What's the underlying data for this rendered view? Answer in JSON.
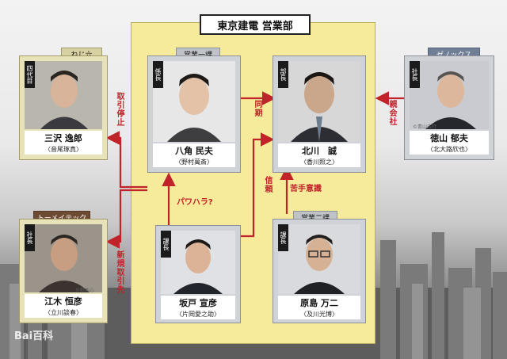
{
  "department": {
    "title": "東京建電 営業部"
  },
  "sections": {
    "sales1": "営業一課",
    "sales2": "営業二課"
  },
  "companies": {
    "nejiroku": "ねじ六",
    "xenox": "ゼノックス",
    "tomeitech": "トーメイテック"
  },
  "people": [
    {
      "id": "sawa",
      "role": "四代目",
      "name": "三沢 逸郎",
      "actor": "〈音尾琢真〉"
    },
    {
      "id": "yasumi",
      "role": "係長",
      "name": "八角 民夫",
      "actor": "〈野村萬斎〉"
    },
    {
      "id": "kitagawa",
      "role": "部長",
      "name": "北川　誠",
      "actor": "〈香川照之〉"
    },
    {
      "id": "tokuyama",
      "role": "社長",
      "name": "徳山 郁夫",
      "actor": "〈北大路欣也〉"
    },
    {
      "id": "egi",
      "role": "社長",
      "name": "江木 恒彦",
      "actor": "〈立川談春〉"
    },
    {
      "id": "sakado",
      "role": "課長",
      "name": "坂戸 宣彦",
      "actor": "〈片岡愛之助〉"
    },
    {
      "id": "harashima",
      "role": "課長",
      "name": "原島 万二",
      "actor": "〈及川光博〉"
    }
  ],
  "relations": {
    "torihiki_teishi": "取引停止",
    "douki": "同期",
    "oyagaisha": "親会社",
    "pawahara": "パワハラ?",
    "shinrai": "信頼",
    "nigate_ishiki": "苦手意識",
    "shinki_torihikisaki": "新規取引先"
  },
  "photo_credits": {
    "tokuyama": "©青山広行",
    "egi": "©鈴木心"
  },
  "watermark": "Bai百科",
  "colors": {
    "dept_bg": "#f6eb9a",
    "arrow": "#c0232a"
  }
}
